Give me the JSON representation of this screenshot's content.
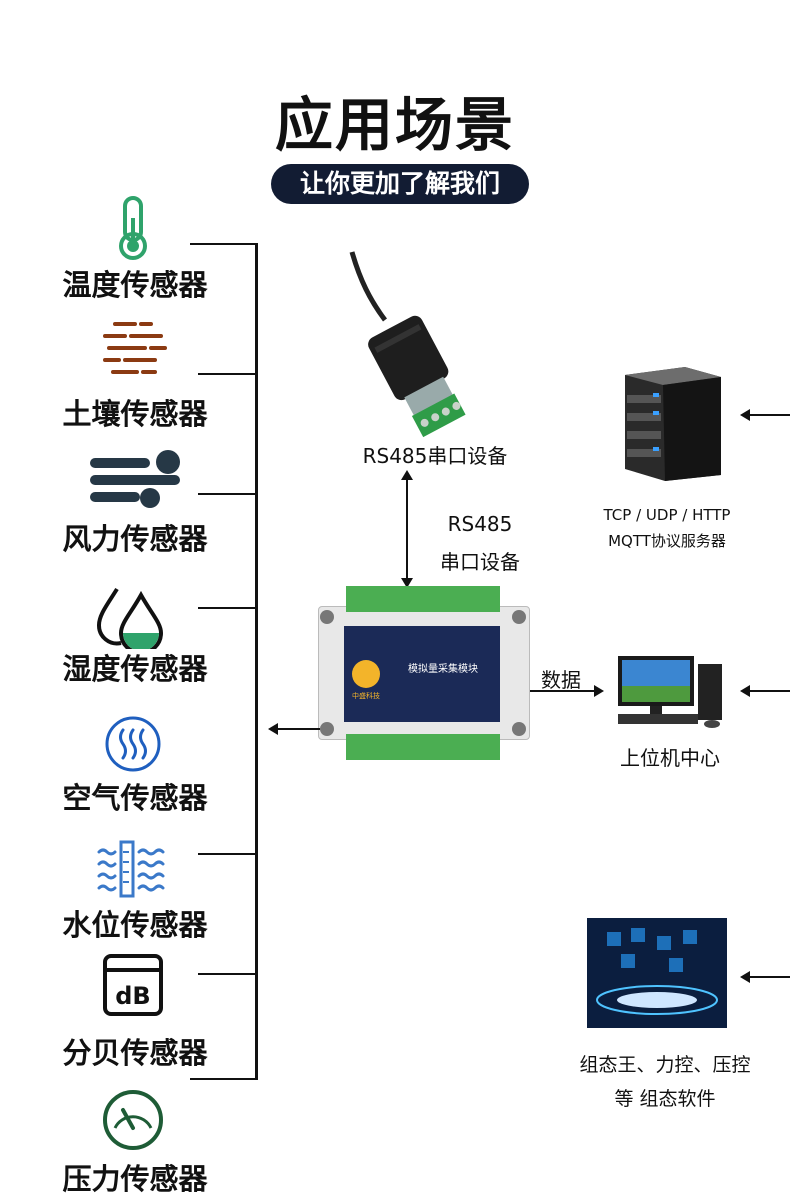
{
  "header": {
    "title": "应用场景",
    "subtitle": "让你更加了解我们"
  },
  "sensors": [
    {
      "label": "温度传感器",
      "icon": "thermometer-icon"
    },
    {
      "label": "土壤传感器",
      "icon": "soil-layers-icon"
    },
    {
      "label": "风力传感器",
      "icon": "wind-icon"
    },
    {
      "label": "湿度传感器",
      "icon": "water-drops-icon"
    },
    {
      "label": "空气传感器",
      "icon": "air-waves-icon"
    },
    {
      "label": "水位传感器",
      "icon": "water-level-icon"
    },
    {
      "label": "分贝传感器",
      "icon": "decibel-icon"
    },
    {
      "label": "压力传感器",
      "icon": "pressure-gauge-icon"
    }
  ],
  "devices": {
    "rs485_device": "RS485串口设备",
    "rs485_link": {
      "line1": "RS485",
      "line2": "串口设备"
    },
    "module_name": "模拟量采集模块",
    "module_brand": "中盛科技",
    "data_label": "数据",
    "server": {
      "line1": "TCP / UDP / HTTP",
      "line2": "MQTT协议服务器"
    },
    "pc": "上位机中心",
    "software": {
      "line1": "组态王、力控、压控",
      "line2": "等 组态软件"
    }
  },
  "colors": {
    "accent_green": "#2fa36b",
    "dark_navy": "#121c33",
    "soil_brown": "#8b3a12",
    "blue": "#1f5fbf",
    "module_green": "#3fa84a"
  }
}
